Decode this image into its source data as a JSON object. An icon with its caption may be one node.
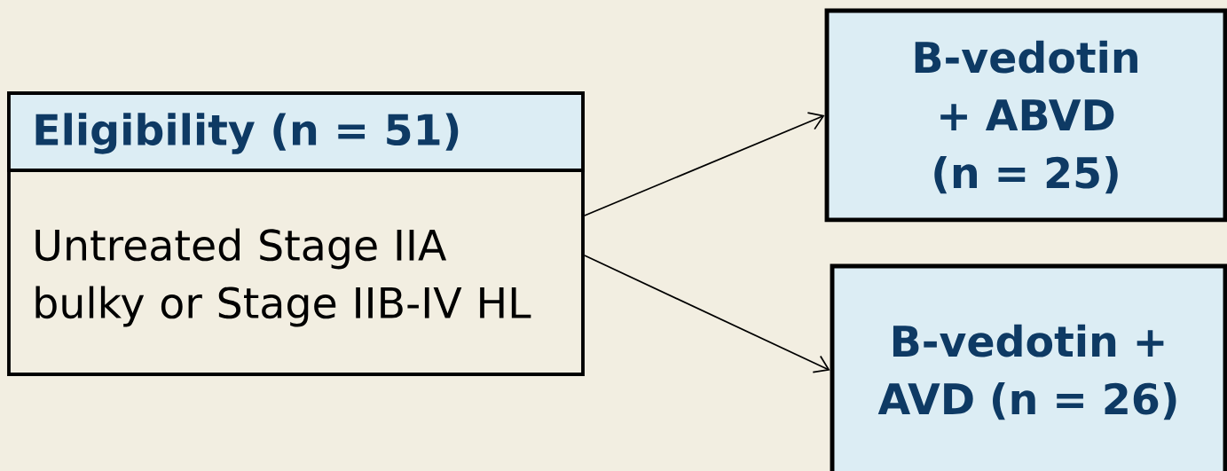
{
  "diagram": {
    "nodes": [
      {
        "text": [
          "Eligibility (n = 51)",
          "Untreated Stage IIA bulky or Stage IIB-IV HL"
        ]
      },
      {
        "text": [
          "B-vedotin + ABVD (n = 25)"
        ]
      },
      {
        "text": [
          "B-vedotin + AVD (n = 26)"
        ]
      }
    ],
    "edges": [
      {
        "from": 0,
        "to": 1,
        "arrow": "to"
      },
      {
        "from": 0,
        "to": 2,
        "arrow": "to"
      }
    ]
  }
}
